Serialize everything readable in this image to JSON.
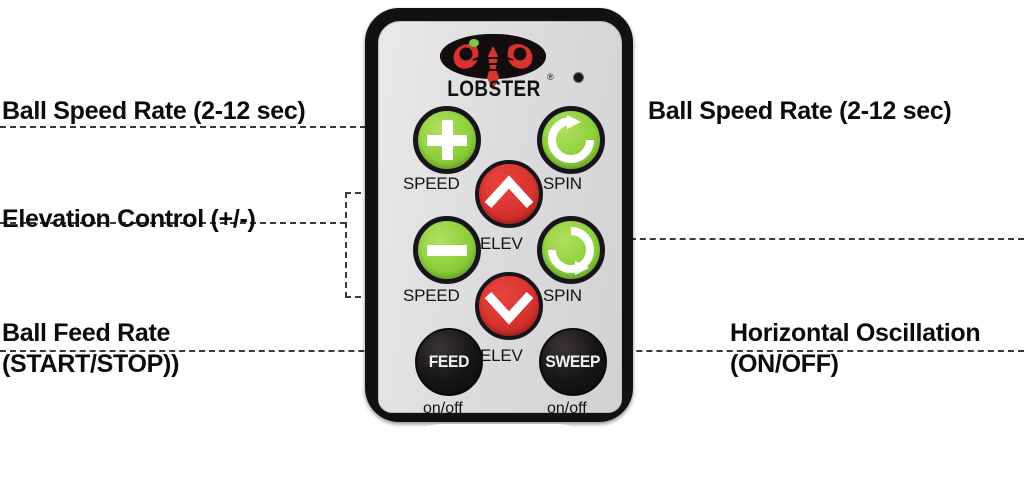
{
  "figure": {
    "subject": "Lobster ball machine handheld remote control",
    "annotations": [
      {
        "id": "speed-left",
        "line1": "Ball Speed Rate (2-12 sec)",
        "line2": ""
      },
      {
        "id": "speed-right",
        "line1": "Ball Speed Rate (2-12 sec)",
        "line2": ""
      },
      {
        "id": "elev-left",
        "line1": "Elevation Control (+/-)",
        "line2": ""
      },
      {
        "id": "feed-left",
        "line1": "Ball Feed Rate",
        "line2": "(START/STOP))"
      },
      {
        "id": "sweep-right",
        "line1": "Horizontal Oscillation",
        "line2": "(ON/OFF)"
      }
    ]
  },
  "remote": {
    "brand": "LOBSTER",
    "registered_mark": "®",
    "logo_icon": "lobster-logo-icon",
    "led_icon": "led-indicator-icon",
    "buttons": [
      {
        "id": "speed-up",
        "glyph": "plus-icon",
        "caption": "SPEED",
        "color": "#8ccf3c"
      },
      {
        "id": "spin-top",
        "glyph": "rotate-clockwise-icon",
        "caption": "SPIN",
        "color": "#8ccf3c"
      },
      {
        "id": "elev-up",
        "glyph": "chevron-up-icon",
        "caption": "ELEV",
        "color": "#d8332f"
      },
      {
        "id": "speed-down",
        "glyph": "minus-icon",
        "caption": "SPEED",
        "color": "#8ccf3c"
      },
      {
        "id": "spin-back",
        "glyph": "rotate-counterclockwise-icon",
        "caption": "SPIN",
        "color": "#8ccf3c"
      },
      {
        "id": "elev-down",
        "glyph": "chevron-down-icon",
        "caption": "ELEV",
        "color": "#d8332f"
      },
      {
        "id": "feed",
        "label": "FEED",
        "caption": "on/off",
        "color": "#191619"
      },
      {
        "id": "sweep",
        "label": "SWEEP",
        "caption": "on/off",
        "color": "#191619"
      }
    ]
  },
  "colors": {
    "green_button": "#8ccf3c",
    "red_button": "#d8332f",
    "black_button": "#191619",
    "body": "#121013",
    "faceplate": "#dddddf",
    "label_text": "#0b0b0b",
    "leader_line": "#3a3a3a",
    "logo_red": "#d8332f",
    "logo_green_eye": "#7ac943"
  }
}
